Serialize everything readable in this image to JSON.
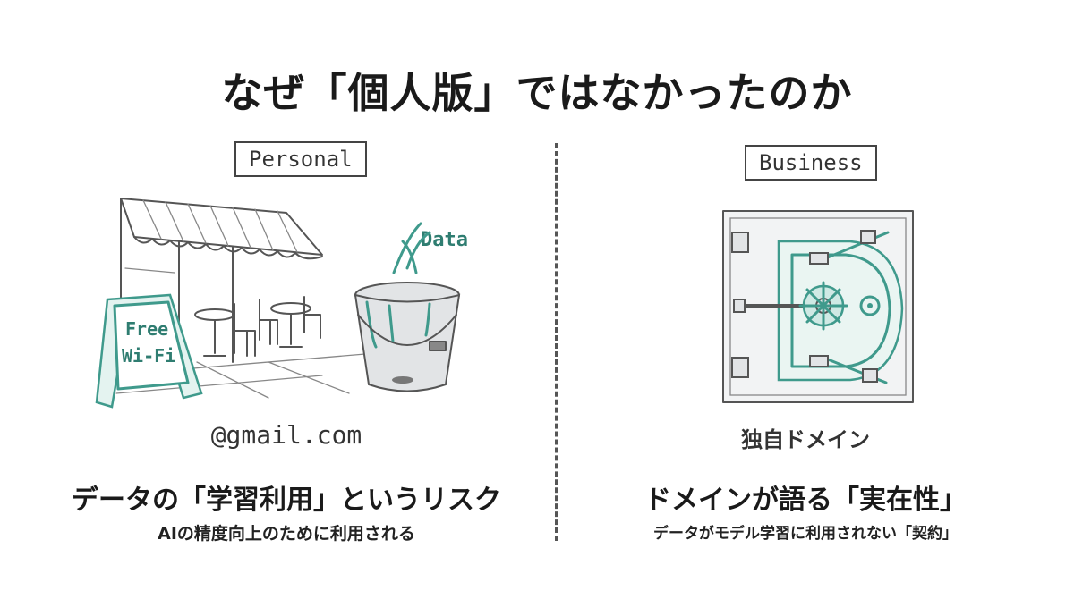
{
  "title": "なぜ「個人版」ではなかったのか",
  "personal": {
    "label": "Personal",
    "sign_text_1": "Free",
    "sign_text_2": "Wi-Fi",
    "bucket_text": "Data",
    "email": "@gmail.com",
    "heading": "データの「学習利用」というリスク",
    "caption": "AIの精度向上のために利用される"
  },
  "business": {
    "label": "Business",
    "domain": "独自ドメイン",
    "heading": "ドメインが語る「実在性」",
    "caption": "データがモデル学習に利用されない「契約」"
  },
  "colors": {
    "accent_teal": "#3f9a8c",
    "sketch_gray": "#555555"
  },
  "icons": [
    "cafe-awning-illustration",
    "free-wifi-sign-icon",
    "leaking-bucket-icon",
    "bank-vault-icon"
  ]
}
